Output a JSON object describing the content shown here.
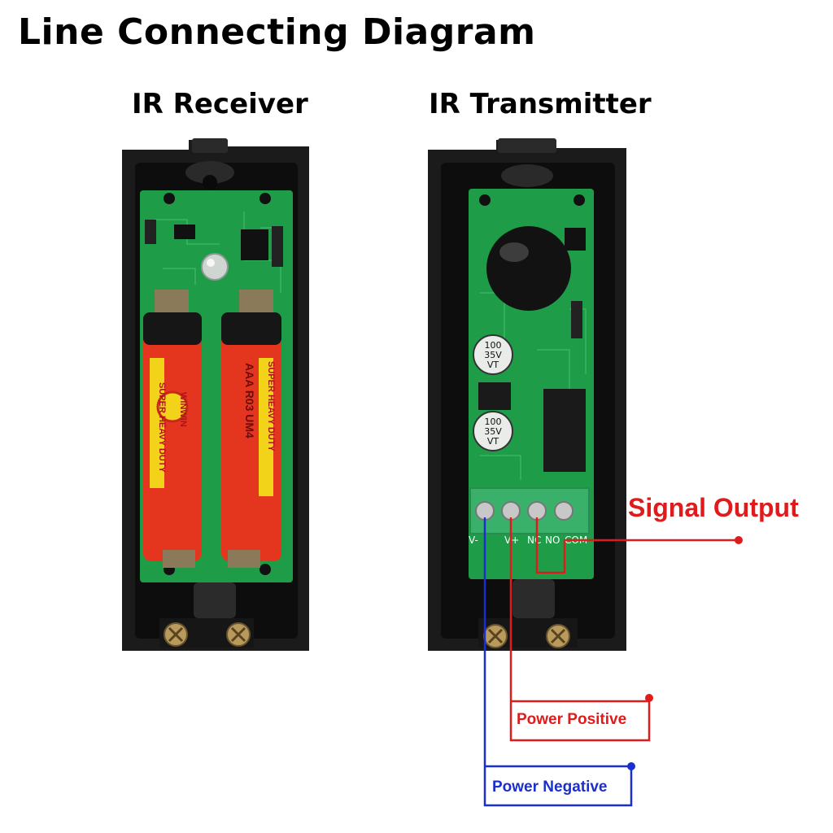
{
  "diagram": {
    "title": "Line Connecting Diagram",
    "receiver": {
      "label": "IR Receiver",
      "battery_brand": "WINWIN",
      "battery_text_1": "SUPER HEAVY DUTY",
      "battery_text_2": "AAA R03 UM4"
    },
    "transmitter": {
      "label": "IR Transmitter",
      "cap_1": [
        "100",
        "35V",
        "VT"
      ],
      "cap_2": [
        "100",
        "35V",
        "VT"
      ],
      "terminals": [
        "V-",
        "V+",
        "NC",
        "NO",
        "COM"
      ]
    },
    "callouts": {
      "signal_output": "Signal Output",
      "power_positive": "Power Positive",
      "power_negative": "Power Negative"
    },
    "colors": {
      "case": "#1b1b1b",
      "pcb": "#1e9c48",
      "terminal_block": "#3ab16a",
      "battery": "#e4361e",
      "red_wire": "#e01b1b",
      "blue_wire": "#1b2fd0"
    }
  }
}
